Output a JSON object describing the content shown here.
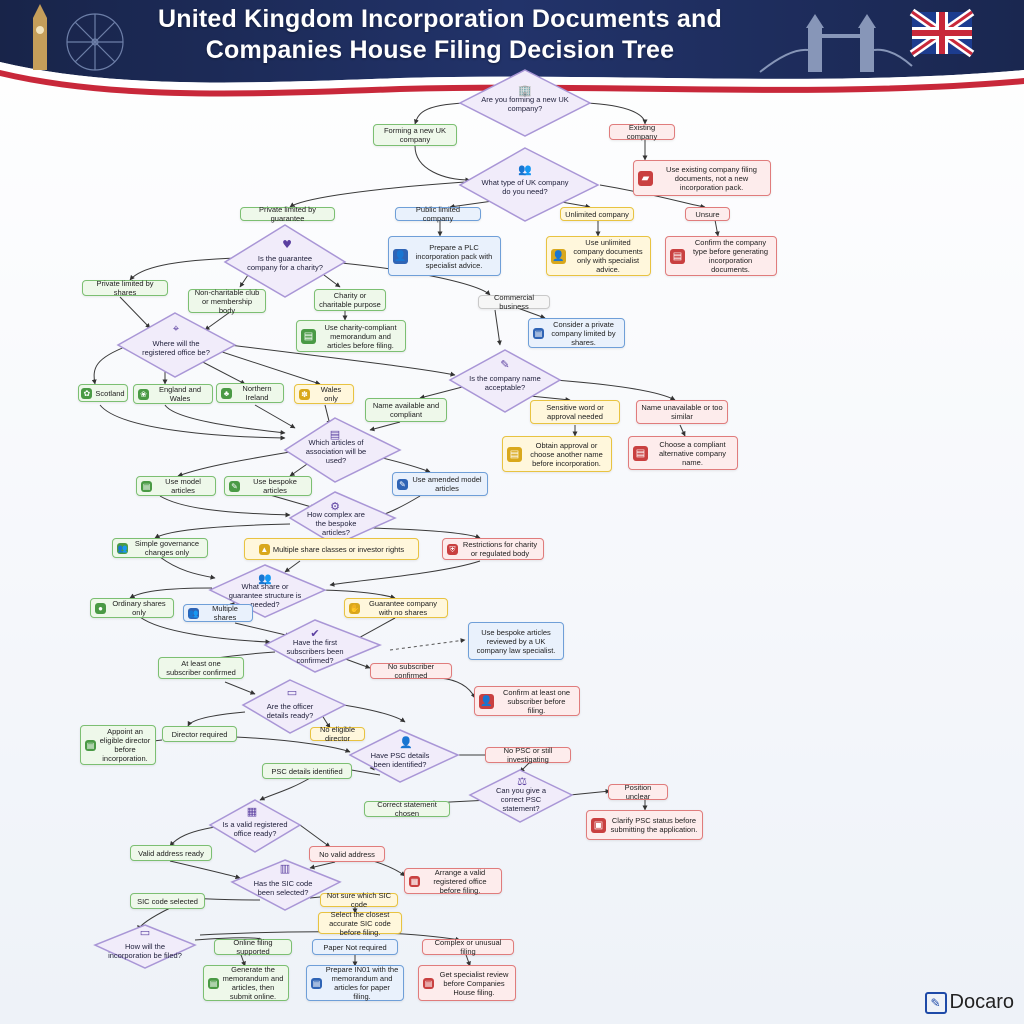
{
  "title": {
    "line1": "United Kingdom Incorporation Documents and",
    "line2": "Companies House Filing Decision Tree"
  },
  "brand": "Docaro",
  "colors": {
    "banner": "#1c2a52",
    "decision_fill": "#f1ecfa",
    "decision_border": "#a996d6",
    "arrow": "#3a3a3a"
  },
  "decisions": {
    "forming_new": "Are you forming a new UK company?",
    "company_type": "What type of UK company do you need?",
    "guarantee_charity": "Is the guarantee company for a charity?",
    "registered_office_where": "Where will the registered office be?",
    "name_acceptable": "Is the company name acceptable?",
    "which_articles": "Which articles of association will be used?",
    "bespoke_complexity": "How complex are the bespoke articles?",
    "share_structure": "What share or guarantee structure is needed?",
    "subscribers_confirmed": "Have the first subscribers been confirmed?",
    "officer_details": "Are the officer details ready?",
    "psc_identified": "Have PSC details been identified?",
    "psc_statement": "Can you give a correct PSC statement?",
    "valid_office": "Is a valid registered office ready?",
    "sic_code": "Has the SIC code been selected?",
    "filing_method": "How will the incorporation be filed?"
  },
  "options": {
    "forming_new_uk": "Forming a new UK company",
    "existing_company": "Existing company",
    "private_guarantee": "Private limited by guarantee",
    "plc": "Public limited company",
    "unlimited": "Unlimited company",
    "unsure": "Unsure",
    "private_shares": "Private limited by shares",
    "non_charitable": "Non-charitable club or membership body",
    "charity_purpose": "Charity or charitable purpose",
    "commercial": "Commercial business",
    "scotland": "Scotland",
    "england_wales": "England and Wales",
    "northern_ireland": "Northern Ireland",
    "wales_only": "Wales only",
    "name_available": "Name available and compliant",
    "sensitive_word": "Sensitive word or approval needed",
    "name_unavailable": "Name unavailable or too similar",
    "model_articles": "Use model articles",
    "bespoke_articles": "Use bespoke articles",
    "amended_model": "Use amended model articles",
    "simple_governance": "Simple governance changes only",
    "multiple_classes": "Multiple share classes or investor rights",
    "restrictions_charity": "Restrictions for charity or regulated body",
    "ordinary_shares": "Ordinary shares only",
    "multiple_shares": "Multiple shares",
    "guarantee_no_shares": "Guarantee company with no shares",
    "one_subscriber": "At least one subscriber confirmed",
    "no_subscriber": "No subscriber confirmed",
    "director_required": "Director required",
    "no_eligible_director": "No eligible director",
    "psc_identified_yes": "PSC details identified",
    "no_psc": "No PSC or still investigating",
    "correct_statement": "Correct statement chosen",
    "position_unclear": "Position unclear",
    "valid_address": "Valid address ready",
    "no_valid_address": "No valid address",
    "sic_selected": "SIC code selected",
    "not_sure_sic": "Not sure which SIC code",
    "online_filing": "Online filing supported",
    "paper_required": "Paper Not required",
    "complex_filing": "Complex or unusual filing"
  },
  "outcomes": {
    "use_existing": "Use existing company filing documents, not a new incorporation pack.",
    "prepare_plc": "Prepare a PLC incorporation pack with specialist advice.",
    "unlimited_docs": "Use unlimited company documents only with specialist advice.",
    "confirm_type": "Confirm the company type before generating incorporation documents.",
    "charity_memo": "Use charity-compliant memorandum and articles before filing.",
    "consider_private": "Consider a private company limited by shares.",
    "obtain_approval": "Obtain approval or choose another name before incorporation.",
    "choose_compliant": "Choose a compliant alternative company name.",
    "bespoke_review": "Use bespoke articles reviewed by a UK company law specialist.",
    "confirm_subscriber": "Confirm at least one subscriber before filing.",
    "appoint_director": "Appoint an eligible director before incorporation.",
    "clarify_psc": "Clarify PSC status before submitting the application.",
    "arrange_office": "Arrange a valid registered office before filing.",
    "select_sic": "Select the closest accurate SIC code before filing.",
    "generate_online": "Generate the memorandum and articles, then submit online.",
    "prepare_in01": "Prepare IN01 with the memorandum and articles for paper filing.",
    "specialist_review": "Get specialist review before Companies House filing."
  }
}
